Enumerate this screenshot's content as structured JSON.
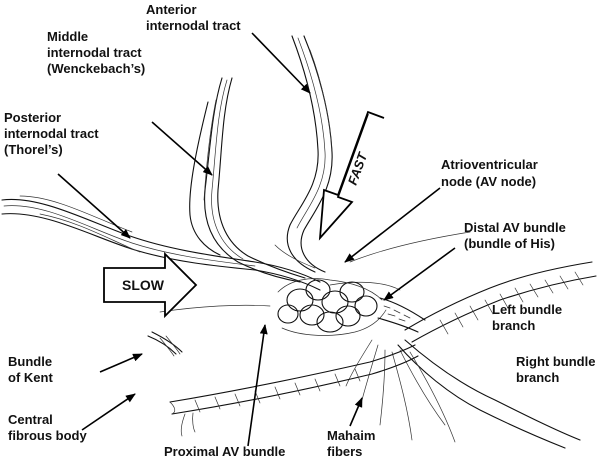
{
  "labels": {
    "anterior": [
      "Anterior",
      "internodal tract"
    ],
    "middle": [
      "Middle",
      "internodal tract",
      "(Wenckebach’s)"
    ],
    "posterior": [
      "Posterior",
      "internodal tract",
      "(Thorel’s)"
    ],
    "av_node": [
      "Atrioventricular",
      "node (AV node)"
    ],
    "distal": [
      "Distal AV bundle",
      "(bundle of His)"
    ],
    "left_bundle": [
      "Left bundle",
      "branch"
    ],
    "right_bundle": [
      "Right bundle",
      "branch"
    ],
    "kent": [
      "Bundle",
      "of Kent"
    ],
    "central": [
      "Central",
      "fibrous body"
    ],
    "proximal": "Proximal AV bundle",
    "mahaim": [
      "Mahaim",
      "fibers"
    ],
    "slow": "SLOW",
    "fast": "FAST"
  }
}
